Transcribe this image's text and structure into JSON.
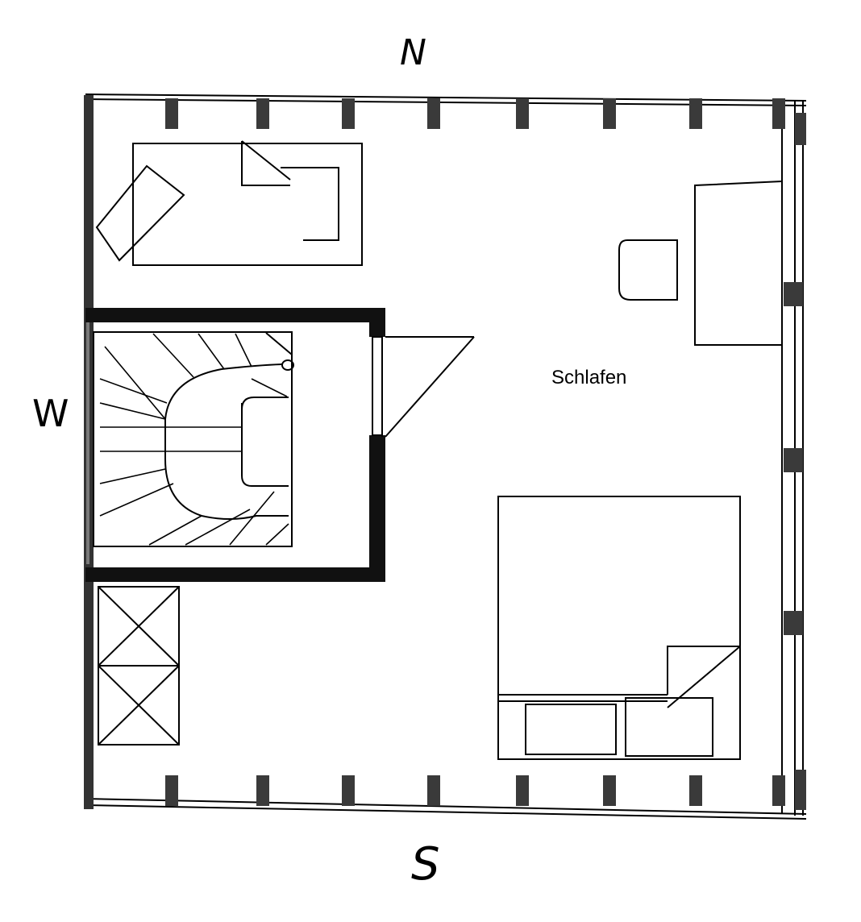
{
  "compass": {
    "north": "N",
    "west": "W",
    "south": "S"
  },
  "room": {
    "name": "Schlafen"
  },
  "colors": {
    "ink": "#000000",
    "paper": "#ffffff",
    "grain": "#3a3a3a"
  }
}
